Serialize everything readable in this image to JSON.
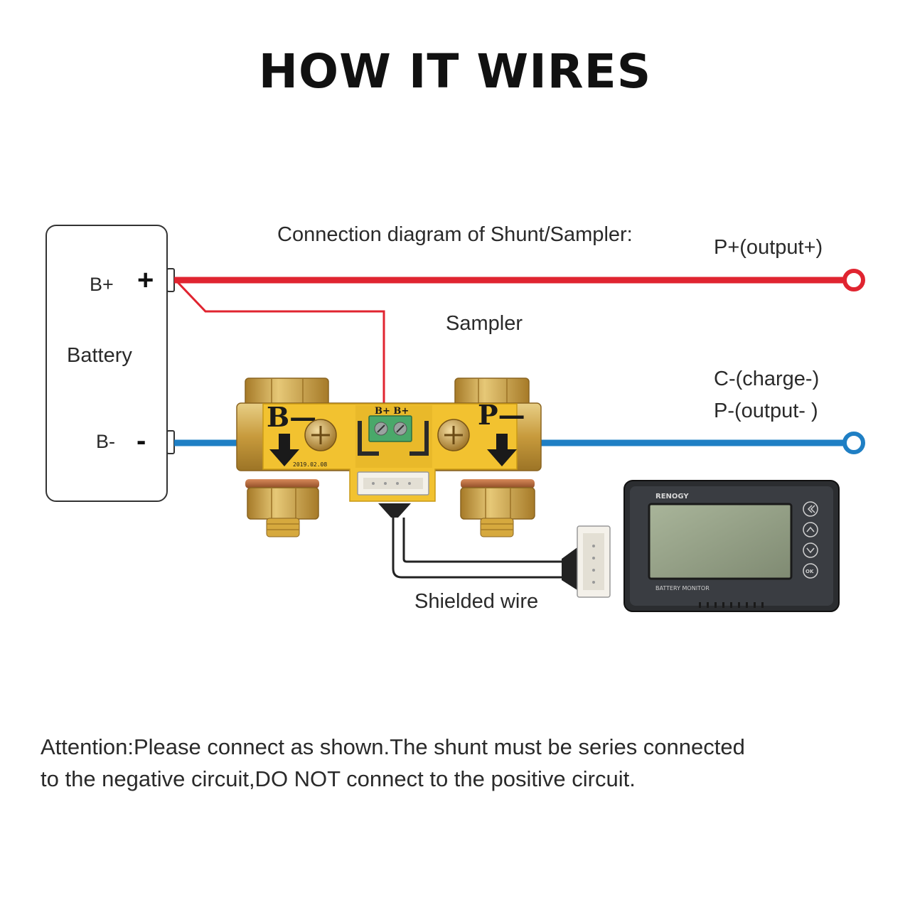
{
  "title": "HOW IT WIRES",
  "diagram": {
    "caption": "Connection diagram of Shunt/Sampler:",
    "battery": {
      "label": "Battery",
      "pos_terminal": "B+",
      "pos_symbol": "+",
      "neg_terminal": "B-",
      "neg_symbol": "-"
    },
    "outputs": {
      "positive": "P+(output+)",
      "charge_neg": "C-(charge-)",
      "output_neg": "P-(output- )"
    },
    "sampler_label": "Sampler",
    "shunt": {
      "left_marking": "B—",
      "right_marking": "P—",
      "terminal_block_marking": "B+ B+",
      "date_marking": "2019.02.08"
    },
    "wire_label": "Shielded wire",
    "monitor": {
      "brand": "RENOGY",
      "model_label": "BATTERY MONITOR"
    },
    "colors": {
      "positive_wire": "#e02430",
      "negative_wire": "#1f7fc4",
      "brass": "#c9a24a",
      "pcb": "#f2c230"
    }
  },
  "attention": {
    "line1": "Attention:Please connect as shown.The shunt must be series connected",
    "line2": "to the negative circuit,DO NOT connect to the positive circuit."
  }
}
